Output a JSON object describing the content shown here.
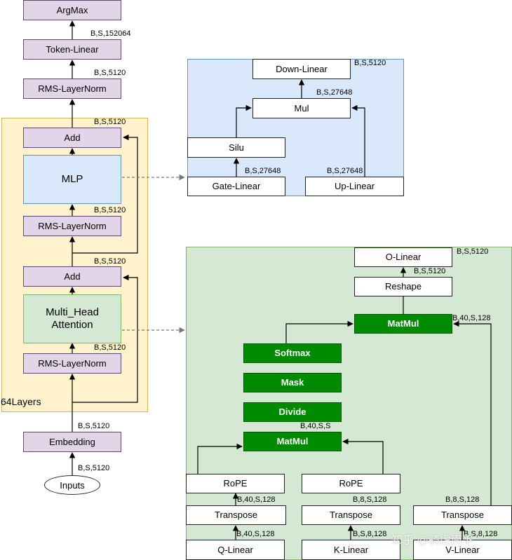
{
  "left": {
    "argmax": "ArgMax",
    "token_linear": "Token-Linear",
    "rms_norm_final": "RMS-LayerNorm",
    "add_top": "Add",
    "mlp": "MLP",
    "rms_norm_mid": "RMS-LayerNorm",
    "add_bottom": "Add",
    "attention_line1": "Multi_Head",
    "attention_line2": "Attention",
    "rms_norm_bottom": "RMS-LayerNorm",
    "layers_label": "64Layers",
    "embedding": "Embedding",
    "inputs": "Inputs",
    "dim_token_linear": "B,S,152064",
    "dim_rms_final": "B,S,5120",
    "dim_add_top": "B,S,5120",
    "dim_rms_mid": "B,S,5120",
    "dim_add_bottom": "B,S,5120",
    "dim_rms_bottom": "B,S,5120",
    "dim_embedding_out": "B,S,5120",
    "dim_inputs_out": "B,S,5120"
  },
  "mlp_detail": {
    "down_linear": "Down-Linear",
    "mul": "Mul",
    "silu": "Silu",
    "gate_linear": "Gate-Linear",
    "up_linear": "Up-Linear",
    "dim_down": "B,S,5120",
    "dim_mul": "B,S,27648",
    "dim_gate": "B,S,27648",
    "dim_up": "B,S,27648"
  },
  "attention_detail": {
    "o_linear": "O-Linear",
    "reshape": "Reshape",
    "matmul_top": "MatMul",
    "softmax": "Softmax",
    "mask": "Mask",
    "divide": "Divide",
    "matmul_bottom": "MatMul",
    "rope_q": "RoPE",
    "rope_k": "RoPE",
    "transpose_q": "Transpose",
    "transpose_k": "Transpose",
    "transpose_v": "Transpose",
    "q_linear": "Q-Linear",
    "k_linear": "K-Linear",
    "v_linear": "V-Linear",
    "dim_o": "B,S,5120",
    "dim_reshape": "B,S,5120",
    "dim_matmul_top": "B,40,S,128",
    "dim_matmul_bottom": "B,40,S,S",
    "dim_q_rope": "B,40,S,128",
    "dim_k_rope": "B,8,S,128",
    "dim_v_transpose": "B,8,S,128",
    "dim_q_linear": "B,40,S,128",
    "dim_k_linear": "B,S,8,128",
    "dim_v_linear": "B,S,8,128"
  },
  "watermark": "知乎 @骑虎南下",
  "colors": {
    "purple_node": "#e1d5e7",
    "layer_region": "#fff2cc",
    "mlp_region": "#dae8fc",
    "attention_region": "#d5e8d4",
    "compute_node": "#008a00"
  }
}
